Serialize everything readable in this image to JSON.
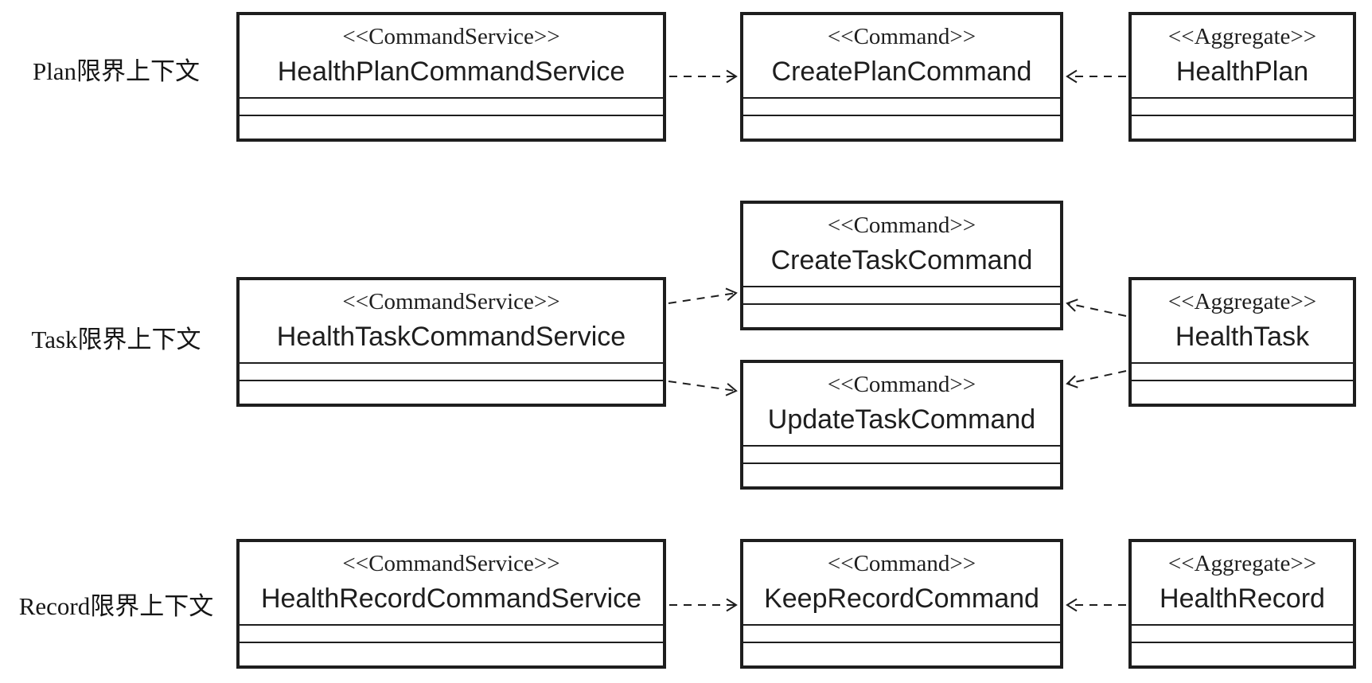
{
  "diagram_type": "uml-class-diagram-cqrs-bounded-contexts",
  "colors": {
    "ink": "#1e1e1e",
    "background": "#ffffff"
  },
  "rows": [
    {
      "label": "Plan限界上下文",
      "service": {
        "stereotype": "<<CommandService>>",
        "name": "HealthPlanCommandService"
      },
      "commands": [
        {
          "stereotype": "<<Command>>",
          "name": "CreatePlanCommand"
        }
      ],
      "aggregate": {
        "stereotype": "<<Aggregate>>",
        "name": "HealthPlan"
      }
    },
    {
      "label": "Task限界上下文",
      "service": {
        "stereotype": "<<CommandService>>",
        "name": "HealthTaskCommandService"
      },
      "commands": [
        {
          "stereotype": "<<Command>>",
          "name": "CreateTaskCommand"
        },
        {
          "stereotype": "<<Command>>",
          "name": "UpdateTaskCommand"
        }
      ],
      "aggregate": {
        "stereotype": "<<Aggregate>>",
        "name": "HealthTask"
      }
    },
    {
      "label": "Record限界上下文",
      "service": {
        "stereotype": "<<CommandService>>",
        "name": "HealthRecordCommandService"
      },
      "commands": [
        {
          "stereotype": "<<Command>>",
          "name": "KeepRecordCommand"
        }
      ],
      "aggregate": {
        "stereotype": "<<Aggregate>>",
        "name": "HealthRecord"
      }
    }
  ],
  "relations": [
    {
      "from": "HealthPlanCommandService",
      "to": "CreatePlanCommand",
      "style": "dashed-dependency"
    },
    {
      "from": "HealthPlan",
      "to": "CreatePlanCommand",
      "style": "dashed-dependency"
    },
    {
      "from": "HealthTaskCommandService",
      "to": "CreateTaskCommand",
      "style": "dashed-dependency"
    },
    {
      "from": "HealthTaskCommandService",
      "to": "UpdateTaskCommand",
      "style": "dashed-dependency"
    },
    {
      "from": "HealthTask",
      "to": "CreateTaskCommand",
      "style": "dashed-dependency"
    },
    {
      "from": "HealthTask",
      "to": "UpdateTaskCommand",
      "style": "dashed-dependency"
    },
    {
      "from": "HealthRecordCommandService",
      "to": "KeepRecordCommand",
      "style": "dashed-dependency"
    },
    {
      "from": "HealthRecord",
      "to": "KeepRecordCommand",
      "style": "dashed-dependency"
    }
  ]
}
